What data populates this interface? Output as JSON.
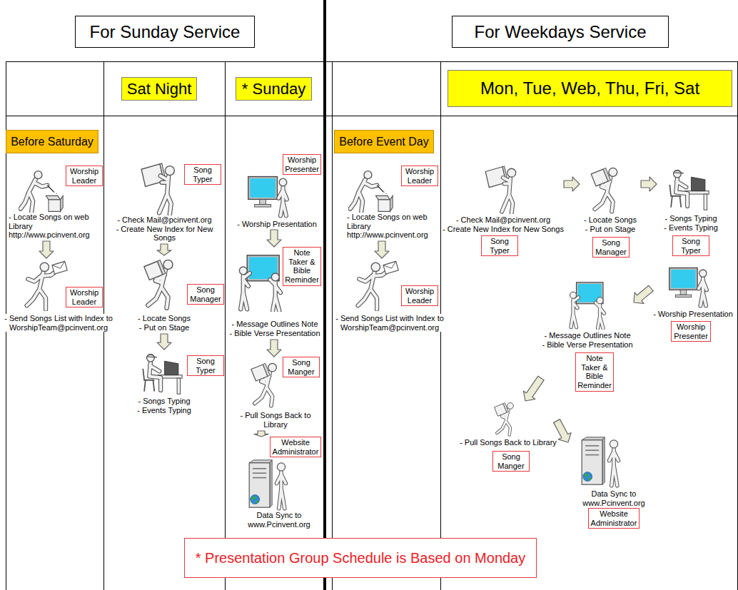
{
  "diagram": {
    "nodes": [
      {
        "text": [
          "For Sunday Service"
        ]
      },
      {
        "text": [
          "For Weekdays Service"
        ]
      },
      {
        "text": [
          "Sat Night"
        ]
      },
      {
        "text": [
          "* Sunday"
        ]
      },
      {
        "text": [
          "Mon, Tue, Web, Thu, Fri, Sat"
        ]
      },
      {
        "text": [
          "Before Saturday"
        ]
      },
      {
        "text": [
          "Before Event Day"
        ]
      },
      {
        "text": [
          "- Locate Songs on web Library http://www.pcinvent.org"
        ]
      },
      {
        "text": [
          "Worship Leader"
        ],
        "in": 7
      },
      {
        "text": [
          "- Send Songs List with Index to WorshipTeam@pcinvent.org"
        ]
      },
      {
        "text": [
          "Worship Leader"
        ],
        "in": 9
      },
      {
        "text": [
          "- Check Mail@pcinvent.org",
          "- Create New Index for New Songs"
        ]
      },
      {
        "text": [
          "Song Typer"
        ],
        "in": 11
      },
      {
        "text": [
          "- Locate Songs",
          "- Put on Stage"
        ]
      },
      {
        "text": [
          "Song Manager"
        ],
        "in": 13
      },
      {
        "text": [
          "- Songs Typing",
          "- Events Typing"
        ]
      },
      {
        "text": [
          "Song Typer"
        ],
        "in": 15
      },
      {
        "text": [
          "- Worship Presentation"
        ]
      },
      {
        "text": [
          "Worship Presenter"
        ],
        "in": 17
      },
      {
        "text": [
          "- Message Outlines Note",
          "- Bible Verse Presentation"
        ]
      },
      {
        "text": [
          "Note Taker & Bible Reminder"
        ],
        "in": 19
      },
      {
        "text": [
          "- Pull Songs Back to Library"
        ]
      },
      {
        "text": [
          "Song Manger"
        ],
        "in": 21
      },
      {
        "text": [
          "Data Sync to www.Pcinvent.org"
        ]
      },
      {
        "text": [
          "Website Administrator"
        ],
        "in": 23
      },
      {
        "text": [
          "- Locate Songs on web Library http://www.pcinvent.org"
        ]
      },
      {
        "text": [
          "Worship Leader"
        ],
        "in": 25
      },
      {
        "text": [
          "- Send Songs List with Index to WorshipTeam@pcinvent.org"
        ]
      },
      {
        "text": [
          "Worship Leader"
        ],
        "in": 27
      },
      {
        "text": [
          "- Check Mail@pcinvent.org",
          "- Create New Index for New Songs"
        ]
      },
      {
        "text": [
          "Song Typer"
        ],
        "in": 29
      },
      {
        "text": [
          "- Locate Songs",
          "- Put on Stage"
        ]
      },
      {
        "text": [
          "Song Manager"
        ],
        "in": 31
      },
      {
        "text": [
          "- Songs Typing",
          "- Events Typing"
        ]
      },
      {
        "text": [
          "Song Typer"
        ],
        "in": 33
      },
      {
        "text": [
          "- Worship Presentation"
        ]
      },
      {
        "text": [
          "Worship Presenter"
        ],
        "in": 35
      },
      {
        "text": [
          "- Message Outlines Note",
          "- Bible Verse Presentation"
        ]
      },
      {
        "text": [
          "Note Taker & Bible Reminder"
        ],
        "in": 37
      },
      {
        "text": [
          "- Pull Songs Back to Library"
        ]
      },
      {
        "text": [
          "Song Manger"
        ],
        "in": 39
      },
      {
        "text": [
          "Data Sync to www.Pcinvent.org"
        ]
      },
      {
        "text": [
          "Website Administrator"
        ],
        "in": 41
      },
      {
        "text": [
          "* Presentation Group Schedule is Based on Monday"
        ]
      }
    ],
    "edges": [
      {
        "from": 7,
        "to": 9,
        "arrow": "to"
      },
      {
        "from": 11,
        "to": 13,
        "arrow": "to"
      },
      {
        "from": 13,
        "to": 15,
        "arrow": "to"
      },
      {
        "from": 17,
        "to": 19,
        "arrow": "to"
      },
      {
        "from": 19,
        "to": 21,
        "arrow": "to"
      },
      {
        "from": 21,
        "to": 23,
        "arrow": "to"
      },
      {
        "from": 25,
        "to": 27,
        "arrow": "to"
      },
      {
        "from": 29,
        "to": 31,
        "arrow": "to"
      },
      {
        "from": 31,
        "to": 33,
        "arrow": "to"
      },
      {
        "from": 35,
        "to": 37,
        "arrow": "to"
      },
      {
        "from": 37,
        "to": 39,
        "arrow": "to"
      },
      {
        "from": 39,
        "to": 41,
        "arrow": "to"
      }
    ]
  }
}
